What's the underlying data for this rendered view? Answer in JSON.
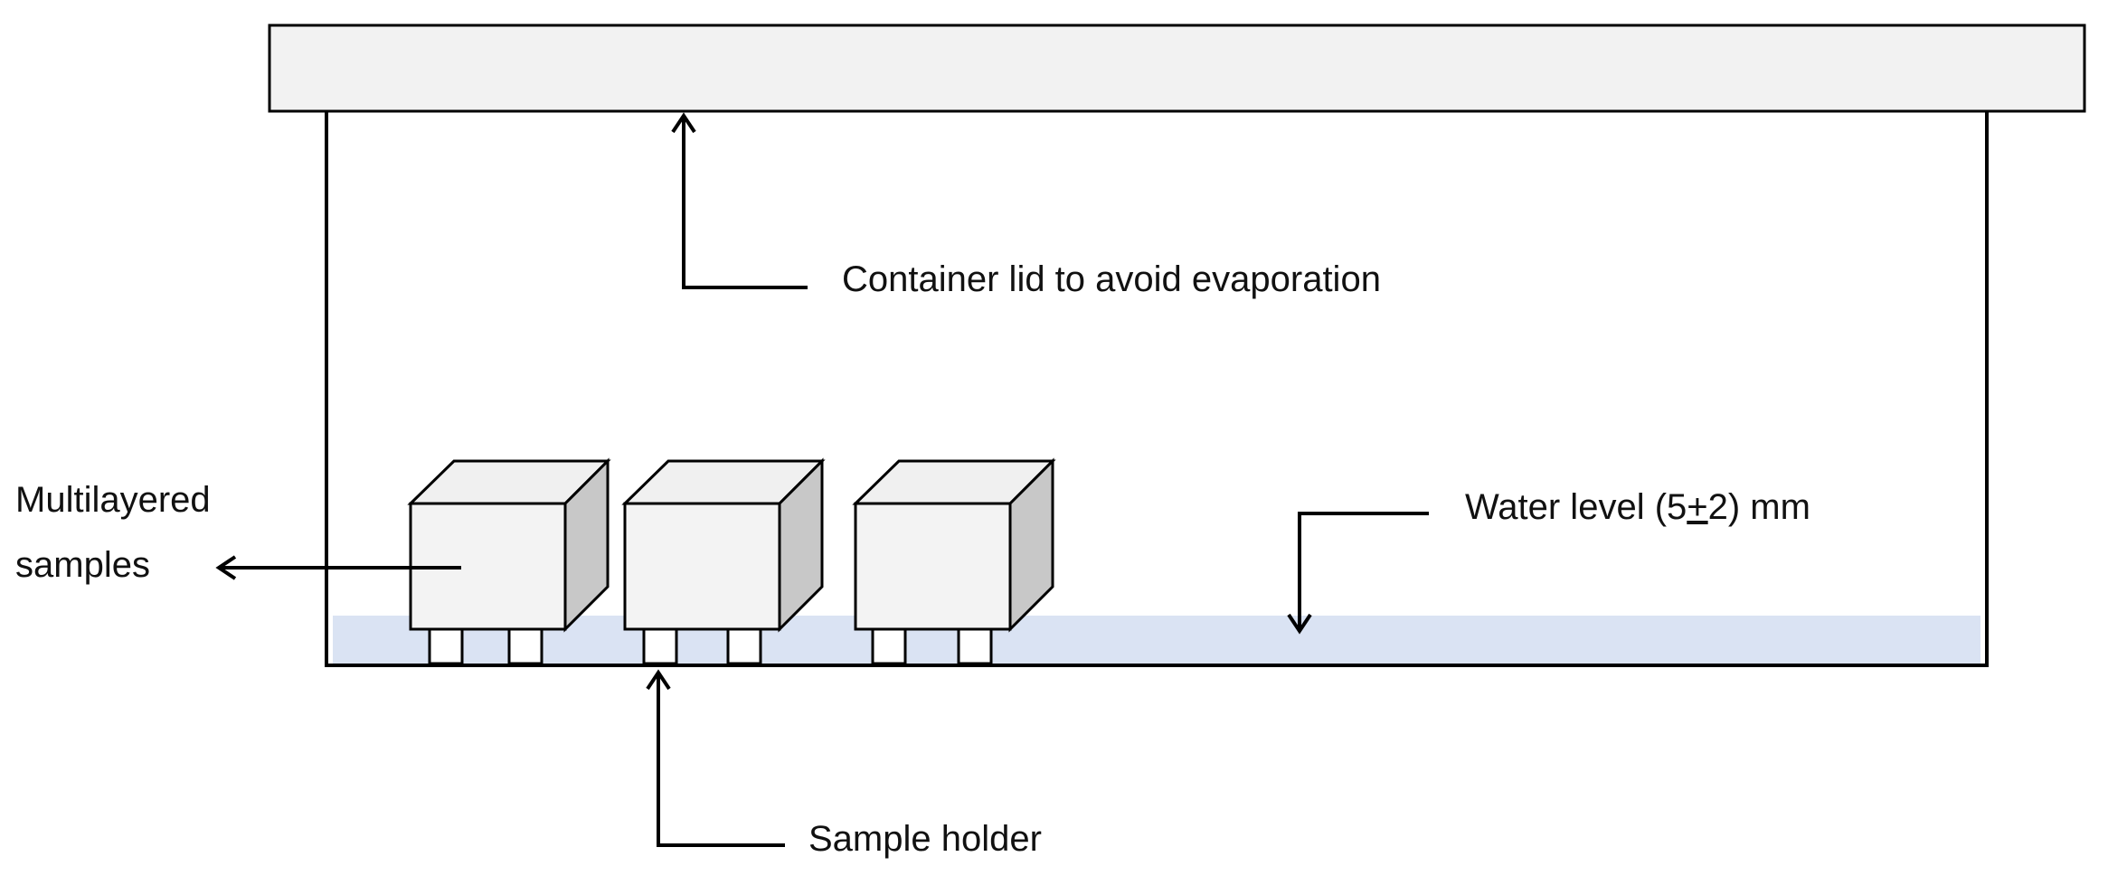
{
  "labels": {
    "lid": "Container lid to avoid evaporation",
    "samples_line1": "Multilayered",
    "samples_line2": "samples",
    "water_prefix": "Water level (5",
    "water_pm": "+",
    "water_suffix": "2) mm",
    "holder": "Sample holder"
  },
  "colors": {
    "lid": "#f2f2f2",
    "water": "#dae3f3",
    "cube_front": "#f3f3f3",
    "cube_side": "#c8c8c8",
    "outline": "#000000"
  }
}
